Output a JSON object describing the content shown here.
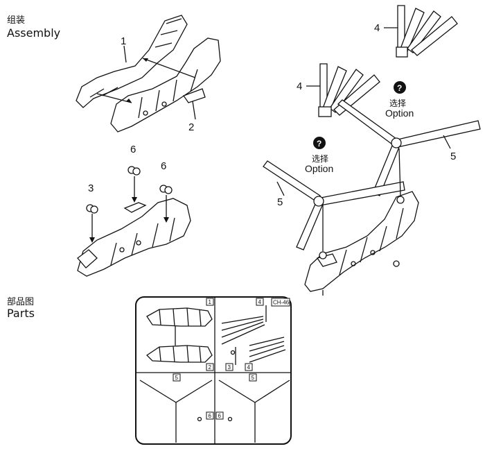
{
  "headers": {
    "assembly_cn": "组装",
    "assembly_en": "Assembly",
    "parts_cn": "部品图",
    "parts_en": "Parts"
  },
  "callouts": {
    "fuselage_left": "1",
    "fuselage_right": "2",
    "part_3": "3",
    "part_6a": "6",
    "part_6b": "6",
    "blades_4a": "4",
    "blades_4b": "4",
    "rotor_5a": "5",
    "rotor_5b": "5"
  },
  "options": [
    {
      "icon": "?",
      "cn": "选择",
      "en": "Option"
    },
    {
      "icon": "?",
      "cn": "选择",
      "en": "Option"
    }
  ],
  "sprue": {
    "title": "CH-46",
    "labels": [
      "1",
      "2",
      "3",
      "4",
      "4",
      "5",
      "5",
      "6",
      "6"
    ]
  }
}
